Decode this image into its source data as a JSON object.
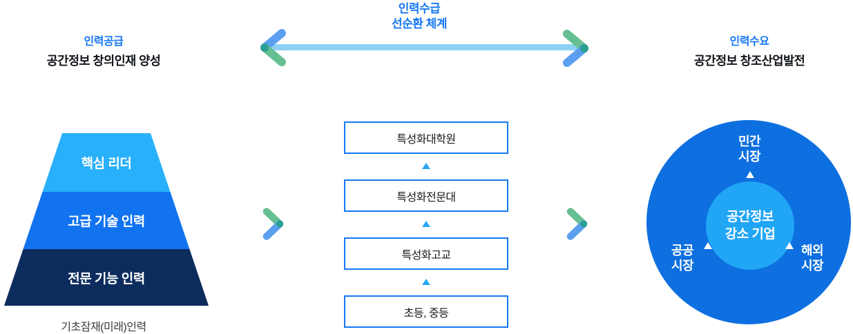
{
  "header": {
    "cycle_title": {
      "line1": "인력수급",
      "line2": "선순환 체계"
    },
    "supply": {
      "title": "인력공급",
      "subtitle": "공간정보 창의인재 양성"
    },
    "demand": {
      "title": "인력수요",
      "subtitle": "공간정보 창조산업발전"
    }
  },
  "pyramid": {
    "levels": [
      {
        "label": "핵심 리더",
        "color": "#29b0fb"
      },
      {
        "label": "고급 기술 인력",
        "color": "#1173f0"
      },
      {
        "label": "전문 기능 인력",
        "color": "#0d2c5e"
      }
    ],
    "caption": "기초잠재(미래)인력"
  },
  "education": {
    "boxes": [
      "특성화대학원",
      "특성화전문대",
      "특성화고교",
      "초등, 중등"
    ]
  },
  "market": {
    "center": {
      "line1": "공간정보",
      "line2": "강소 기업"
    },
    "labels": [
      {
        "line1": "민간",
        "line2": "시장"
      },
      {
        "line1": "공공",
        "line2": "시장"
      },
      {
        "line1": "해외",
        "line2": "시장"
      }
    ],
    "outer_color": "#0d6fe0",
    "inner_color": "#21a6f6"
  },
  "colors": {
    "accent_blue": "#1577f2",
    "arrow_shaft": "#8dd0f4",
    "arrow_green": "#66bf92",
    "arrow_blue": "#5c9ff0",
    "arrow_overlap": "#2aa095",
    "up_triangle": "#29a7f4"
  }
}
